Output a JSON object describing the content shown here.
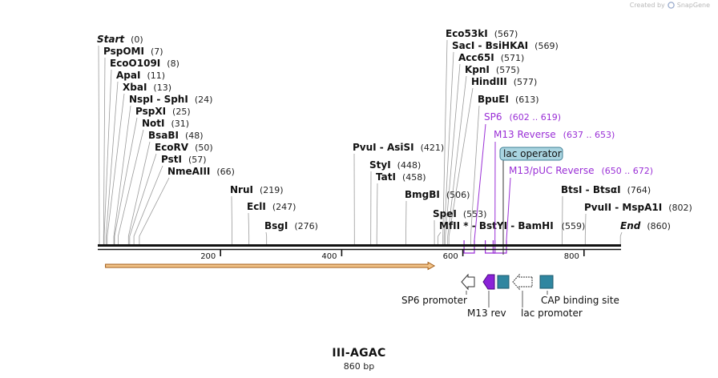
{
  "credit": {
    "text": "Created by",
    "brand": "SnapGene"
  },
  "plasmid": {
    "name": "III-AGAC",
    "length_label": "860 bp",
    "length": 860
  },
  "enzymes": [
    {
      "name": "Start",
      "pos_label": "(0)",
      "bp": 0,
      "italic": true
    },
    {
      "name": "PspOMI",
      "pos_label": "(7)",
      "bp": 7
    },
    {
      "name": "EcoO109I",
      "pos_label": "(8)",
      "bp": 8
    },
    {
      "name": "ApaI",
      "pos_label": "(11)",
      "bp": 11
    },
    {
      "name": "XbaI",
      "pos_label": "(13)",
      "bp": 13
    },
    {
      "name": "NspI  -  SphI",
      "pos_label": "(24)",
      "bp": 24
    },
    {
      "name": "PspXI",
      "pos_label": "(25)",
      "bp": 25
    },
    {
      "name": "NotI",
      "pos_label": "(31)",
      "bp": 31
    },
    {
      "name": "BsaBI",
      "pos_label": "(48)",
      "bp": 48
    },
    {
      "name": "EcoRV",
      "pos_label": "(50)",
      "bp": 50
    },
    {
      "name": "PstI",
      "pos_label": "(57)",
      "bp": 57
    },
    {
      "name": "NmeAIII",
      "pos_label": "(66)",
      "bp": 66
    },
    {
      "name": "NruI",
      "pos_label": "(219)",
      "bp": 219
    },
    {
      "name": "EclI",
      "pos_label": "(247)",
      "bp": 247
    },
    {
      "name": "BsgI",
      "pos_label": "(276)",
      "bp": 276
    },
    {
      "name": "PvuI  -  AsiSI",
      "pos_label": "(421)",
      "bp": 421
    },
    {
      "name": "StyI",
      "pos_label": "(448)",
      "bp": 448
    },
    {
      "name": "TatI",
      "pos_label": "(458)",
      "bp": 458
    },
    {
      "name": "BmgBI",
      "pos_label": "(506)",
      "bp": 506
    },
    {
      "name": "SpeI",
      "pos_label": "(553)",
      "bp": 553
    },
    {
      "name": "MfII *  -  BstYI  -  BamHI",
      "pos_label": "(559)",
      "bp": 559
    },
    {
      "name": "Eco53kI",
      "pos_label": "(567)",
      "bp": 567
    },
    {
      "name": "SacI  -  BsiHKAI",
      "pos_label": "(569)",
      "bp": 569
    },
    {
      "name": "Acc65I",
      "pos_label": "(571)",
      "bp": 571
    },
    {
      "name": "KpnI",
      "pos_label": "(575)",
      "bp": 575
    },
    {
      "name": "HindIII",
      "pos_label": "(577)",
      "bp": 577
    },
    {
      "name": "BpuEI",
      "pos_label": "(613)",
      "bp": 613
    },
    {
      "name": "BtsI  -  BtsαI",
      "pos_label": "(764)",
      "bp": 764
    },
    {
      "name": "PvuII  -  MspA1I",
      "pos_label": "(802)",
      "bp": 802
    },
    {
      "name": "End",
      "pos_label": "(860)",
      "bp": 860,
      "italic": true
    }
  ],
  "primers": [
    {
      "name": "SP6",
      "pos_label": "(602 .. 619)",
      "start": 602,
      "end": 619
    },
    {
      "name": "M13 Reverse",
      "pos_label": "(637 .. 653)",
      "start": 637,
      "end": 653
    },
    {
      "name": "M13/pUC Reverse",
      "pos_label": "(650 .. 672)",
      "start": 650,
      "end": 672
    }
  ],
  "operator": {
    "name": "lac operator",
    "fill": "#a9d4e0"
  },
  "features": [
    {
      "name": "SP6 promoter",
      "type": "promoter",
      "start": 602,
      "end": 619
    },
    {
      "name": "M13 rev",
      "type": "primer_bind",
      "start": 637,
      "end": 653,
      "fill": "#8a22d8"
    },
    {
      "name": "",
      "type": "box",
      "start": 665,
      "end": 681,
      "fill": "#2f86a0"
    },
    {
      "name": "lac promoter",
      "type": "promoter",
      "start": 689,
      "end": 719
    },
    {
      "name": "CAP binding site",
      "type": "box",
      "start": 734,
      "end": 755,
      "fill": "#2f86a0"
    }
  ],
  "ruler": {
    "ticks": [
      200,
      400,
      600,
      800
    ]
  },
  "orf": {
    "start": 10,
    "end": 553,
    "fill": "#f2c48a",
    "stroke": "#a05a14"
  },
  "colors": {
    "primer": "#9a2fd6",
    "ink": "#111111"
  }
}
